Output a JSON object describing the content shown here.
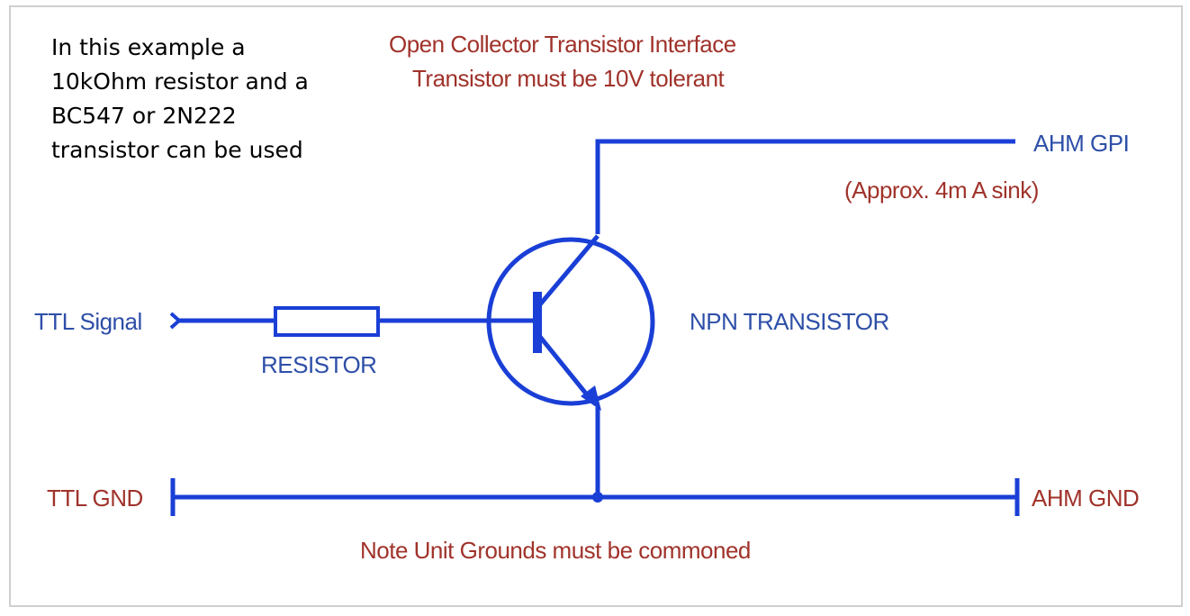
{
  "note_text": "In this example a\n10kOhm resistor and a\nBC547 or 2N222\ntransistor can be used",
  "title_line1": "Open Collector Transistor Interface",
  "title_line2": "Transistor must be 10V tolerant",
  "labels": {
    "ahm_gpi": "AHM GPI",
    "sink_note": "(Approx. 4m A sink)",
    "ttl_signal": "TTL Signal",
    "resistor": "RESISTOR",
    "npn_transistor": "NPN TRANSISTOR",
    "ttl_gnd": "TTL GND",
    "ahm_gnd": "AHM GND",
    "grounds_note": "Note Unit Grounds must be commoned"
  },
  "colors": {
    "wire": "#1a3fd6",
    "label_red": "#a0332b",
    "label_blue": "#2e4fa8"
  }
}
